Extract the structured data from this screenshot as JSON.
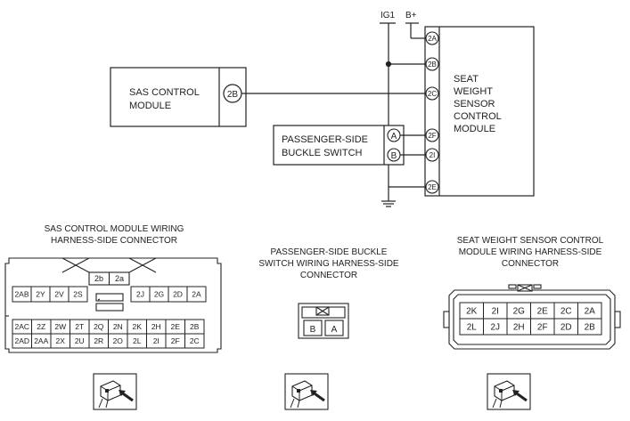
{
  "wiring": {
    "power_labels": [
      "IG1",
      "B+"
    ],
    "sas_module": {
      "lines": [
        "SAS CONTROL",
        "MODULE"
      ],
      "pin": "2B"
    },
    "switch": {
      "lines": [
        "PASSENGER-SIDE",
        "BUCKLE SWITCH"
      ],
      "pins": [
        "A",
        "B"
      ]
    },
    "seat_module": {
      "lines": [
        "SEAT",
        "WEIGHT",
        "SENSOR",
        "CONTROL",
        "MODULE"
      ]
    },
    "seat_pins": [
      "2A",
      "2B",
      "2C",
      "2F",
      "2I",
      "2E"
    ]
  },
  "connectors": {
    "sas": {
      "title_lines": [
        "SAS CONTROL MODULE WIRING",
        "HARNESS-SIDE CONNECTOR"
      ],
      "top_pins": [
        "2b",
        "2a"
      ],
      "row1_left": [
        "2AB",
        "2Y",
        "2V",
        "2S"
      ],
      "row1_right": [
        "2J",
        "2G",
        "2D",
        "2A"
      ],
      "row2": [
        "2AC",
        "2Z",
        "2W",
        "2T",
        "2Q",
        "2N",
        "2K",
        "2H",
        "2E",
        "2B"
      ],
      "row3": [
        "2AD",
        "2AA",
        "2X",
        "2U",
        "2R",
        "2O",
        "2L",
        "2I",
        "2F",
        "2C"
      ]
    },
    "buckle": {
      "title_lines": [
        "PASSENGER-SIDE BUCKLE",
        "SWITCH WIRING HARNESS-SIDE",
        "CONNECTOR"
      ],
      "pins": [
        "B",
        "A"
      ]
    },
    "seat": {
      "title_lines": [
        "SEAT WEIGHT SENSOR  CONTROL",
        "MODULE WIRING HARNESS-SIDE",
        "CONNECTOR"
      ],
      "row1": [
        "2K",
        "2I",
        "2G",
        "2E",
        "2C",
        "2A"
      ],
      "row2": [
        "2L",
        "2J",
        "2H",
        "2F",
        "2D",
        "2B"
      ]
    }
  }
}
